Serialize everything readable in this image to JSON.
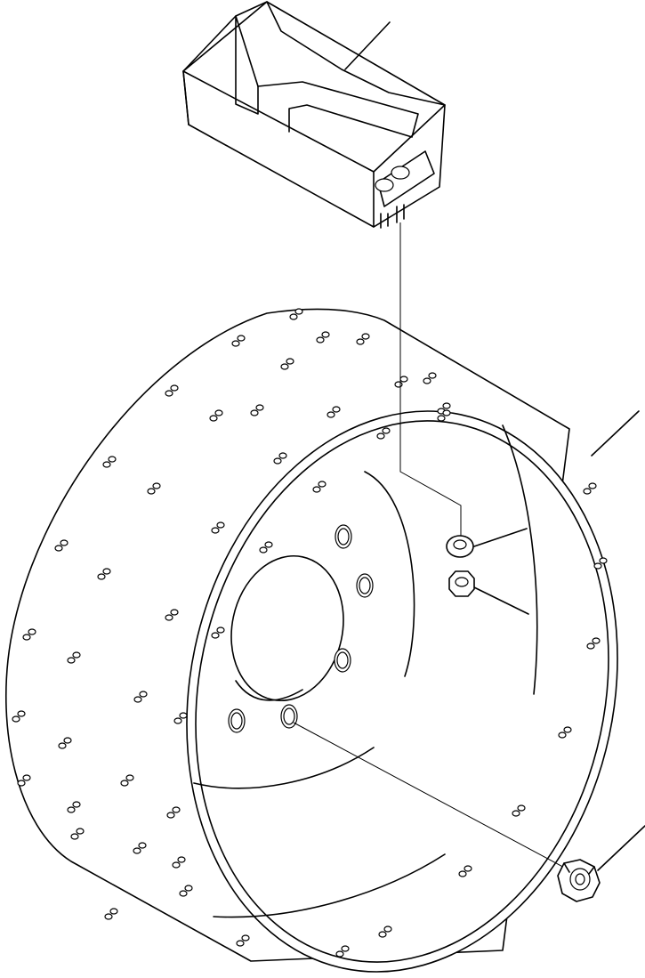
{
  "diagram": {
    "kind": "exploded-parts-view",
    "parts": [
      {
        "name": "wear-block",
        "icon": "wedge-block-icon"
      },
      {
        "name": "wheel-drum",
        "icon": "perforated-drum-icon"
      },
      {
        "name": "lock-washer",
        "icon": "washer-icon"
      },
      {
        "name": "nut-small",
        "icon": "nut-icon"
      },
      {
        "name": "nut-large",
        "icon": "hex-nut-icon"
      }
    ],
    "drum_hole_pairs": 48,
    "hub_bolt_holes": 5,
    "colors": {
      "line": "#000000",
      "background": "#ffffff"
    }
  }
}
